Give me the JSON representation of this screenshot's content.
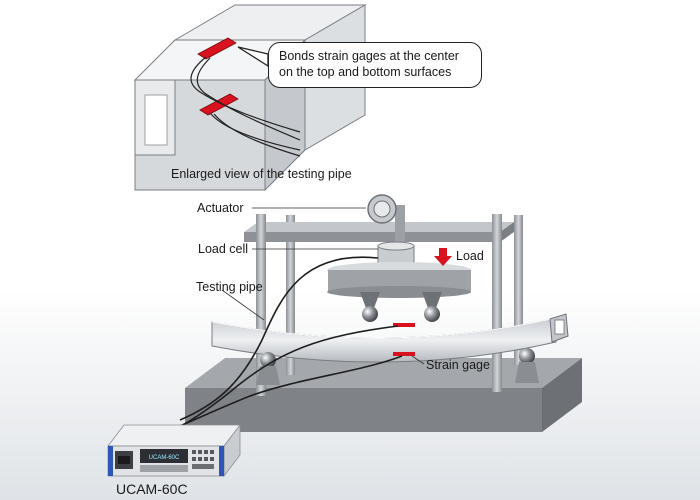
{
  "callout": {
    "line1": "Bonds strain gages at the center",
    "line2": "on the top and bottom surfaces"
  },
  "caption": "Enlarged view of the testing pipe",
  "labels": {
    "actuator": "Actuator",
    "load_cell": "Load cell",
    "load": "Load",
    "testing_pipe": "Testing pipe",
    "strain_gage": "Strain gage",
    "device": "UCAM-60C"
  },
  "device_display": "UCAM-60C",
  "colors": {
    "gage_red": "#d8121f",
    "frame_gray": "#9a9ea3",
    "base_gray": "#7d8186",
    "cable": "#1e1e1e",
    "background_fade": "#dde1e5"
  }
}
